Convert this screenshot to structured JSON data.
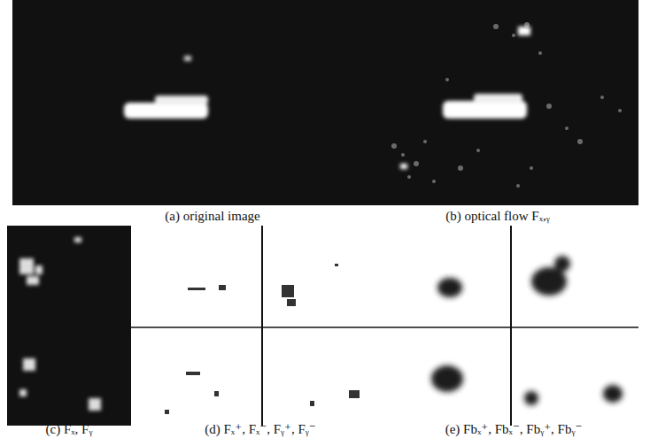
{
  "diagram": {
    "labels": [
      "(a) original image",
      "(b) optical flow Fₓ,ᵧ",
      "(c) Fₓ, Fᵧ",
      "(d) Fₓ⁺, Fₓ⁻, Fᵧ⁺, Fᵧ⁻",
      "(e) Fbₓ⁺, Fbₓ⁻, Fbᵧ⁺, Fbᵧ⁻"
    ]
  }
}
